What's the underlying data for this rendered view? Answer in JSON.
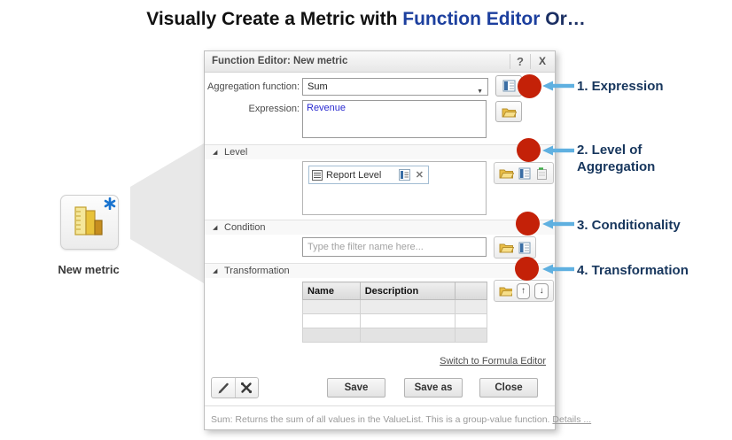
{
  "title": {
    "prefix": "Visually Create a Metric with ",
    "highlight": "Function Editor",
    "suffix": " Or…"
  },
  "palette": {
    "marker_red": "#c42108",
    "arrow_blue": "#5fb0e0",
    "annotation_navy": "#17365d",
    "title_blue": "#1c3f9e",
    "expression_text_blue": "#2a2ad0"
  },
  "new_metric_tile": {
    "label": "New metric",
    "icon": "metric-ruler-bars-icon",
    "badge": "new-star-badge"
  },
  "dialog": {
    "title": "Function Editor: New metric",
    "help_label": "?",
    "close_label": "X",
    "aggregation": {
      "label": "Aggregation function:",
      "value": "Sum"
    },
    "expression": {
      "label": "Expression:",
      "value": "Revenue"
    },
    "level": {
      "header": "Level",
      "chip": "Report Level"
    },
    "condition": {
      "header": "Condition",
      "placeholder": "Type the filter name here..."
    },
    "transformation": {
      "header": "Transformation",
      "columns": [
        "Name",
        "Description",
        ""
      ],
      "empty_rows": 3
    },
    "formula_link": "Switch to Formula Editor",
    "footer": {
      "save": "Save",
      "save_as": "Save as",
      "close": "Close"
    },
    "status": {
      "text": "Sum: Returns the sum of all values in the ValueList. This is a group-value function. ",
      "link": "Details ..."
    }
  },
  "annotations": [
    {
      "label": "1. Expression"
    },
    {
      "label": "2. Level of\nAggregation"
    },
    {
      "label": "3. Conditionality"
    },
    {
      "label": "4. Transformation"
    }
  ]
}
